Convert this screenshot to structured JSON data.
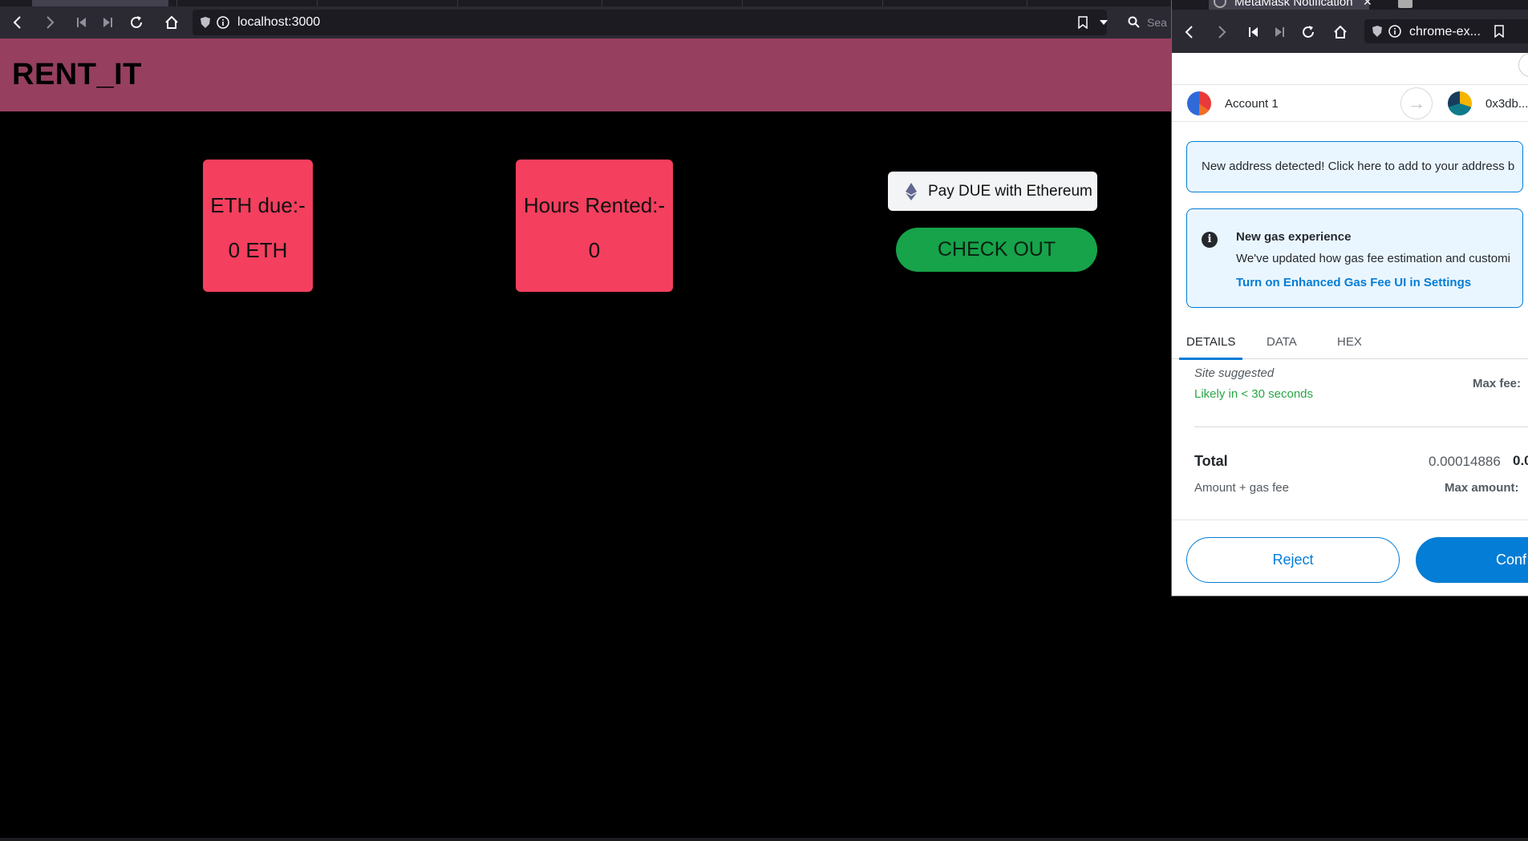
{
  "browser": {
    "url": "localhost:3000",
    "search_placeholder": "Sea"
  },
  "app": {
    "title": "RENT_IT"
  },
  "cards": {
    "eth_due_label": "ETH due:-",
    "eth_due_value": "0 ETH",
    "hours_label": "Hours Rented:-",
    "hours_value": "0"
  },
  "buttons": {
    "pay_due": "Pay DUE with Ethereum",
    "checkout": "CHECK OUT"
  },
  "popup": {
    "tab_title": "MetaMask Notification",
    "url": "chrome-ex...",
    "account_name": "Account 1",
    "to_address": "0x3db...",
    "alert_new_address": "New address detected! Click here to add to your address b",
    "gas_heading": "New gas experience",
    "gas_body": "We've updated how gas fee estimation and customi",
    "gas_link": "Turn on Enhanced Gas Fee UI in Settings",
    "tabs": [
      "DETAILS",
      "DATA",
      "HEX"
    ],
    "site_suggested": "Site suggested",
    "likely": "Likely in < 30 seconds",
    "max_fee_label": "Max fee:",
    "total_label": "Total",
    "total_value": "0.00014886",
    "total_bold": "0.0",
    "amount_gas": "Amount + gas fee",
    "max_amount_label": "Max amount:",
    "reject": "Reject",
    "confirm": "Conf"
  },
  "colors": {
    "header": "#963f5f",
    "card": "#f43f5e",
    "checkout": "#16a34a",
    "metamask_blue": "#037dd6"
  }
}
